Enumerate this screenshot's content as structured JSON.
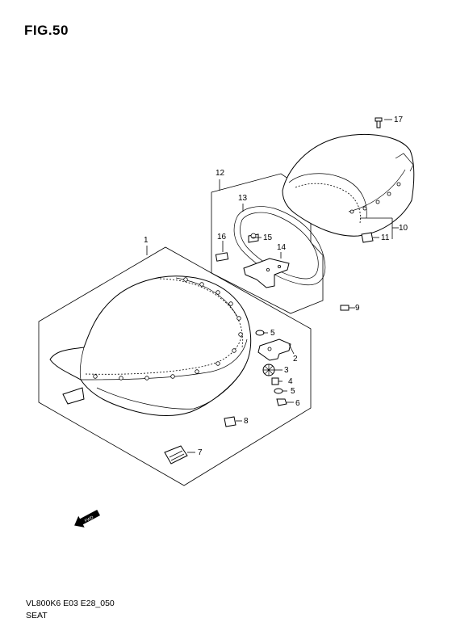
{
  "figure": {
    "title": "FIG.50"
  },
  "footer": {
    "code": "VL800K6 E03 E28_050",
    "name": "SEAT"
  },
  "callouts": {
    "c1": "1",
    "c2": "2",
    "c3": "3",
    "c4": "4",
    "c5a": "5",
    "c5b": "5",
    "c6": "6",
    "c7": "7",
    "c8": "8",
    "c9": "9",
    "c10": "10",
    "c11": "11",
    "c12": "12",
    "c13": "13",
    "c14": "14",
    "c15": "15",
    "c16": "16",
    "c17": "17"
  },
  "fwd_arrow": {
    "label": "FWD",
    "icon": "forward-arrow-icon"
  }
}
